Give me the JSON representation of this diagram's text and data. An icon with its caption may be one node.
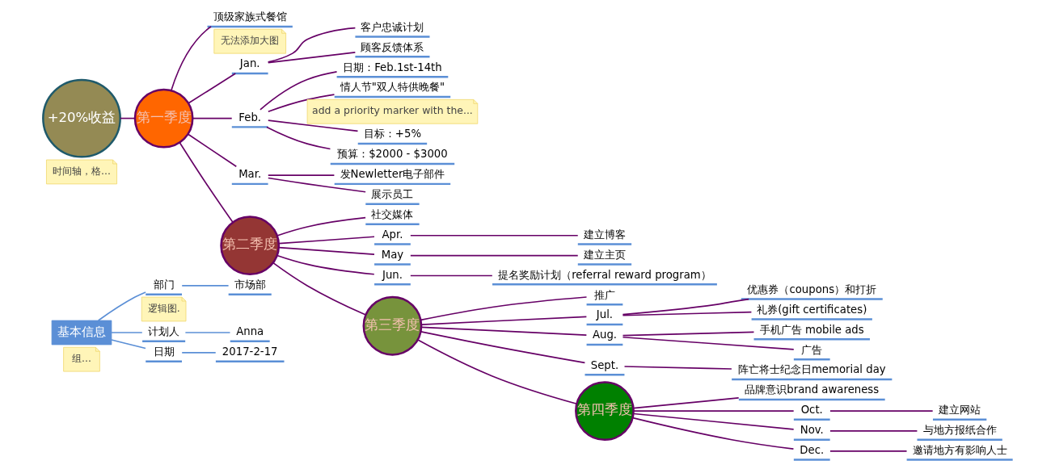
{
  "diagram": {
    "nodes": [
      {
        "text": [
          "基本信息"
        ],
        "beside": [
          "组..."
        ]
      },
      {
        "text": [
          "部门"
        ],
        "beside": [
          "逻辑图."
        ]
      },
      {
        "text": [
          "市场部"
        ]
      },
      {
        "text": [
          "计划人"
        ]
      },
      {
        "text": [
          "Anna"
        ]
      },
      {
        "text": [
          "日期"
        ]
      },
      {
        "text": [
          "2017-2-17"
        ]
      },
      {
        "text": [
          "+20%收益"
        ],
        "beside": [
          "时间轴，格..."
        ]
      },
      {
        "text": [
          "第一季度"
        ]
      },
      {
        "text": [
          "顶级家族式餐馆"
        ],
        "beside": [
          "无法添加大图"
        ]
      },
      {
        "text": [
          "Jan."
        ]
      },
      {
        "text": [
          "客户忠诚计划"
        ]
      },
      {
        "text": [
          "顾客反馈体系"
        ]
      },
      {
        "text": [
          "Feb."
        ]
      },
      {
        "text": [
          "日期：Feb.1st-14th"
        ]
      },
      {
        "text": [
          "情人节\"双人特供晚餐\""
        ],
        "beside": [
          "add a priority marker with the..."
        ]
      },
      {
        "text": [
          "目标：+5%"
        ]
      },
      {
        "text": [
          "预算：$2000 - $3000"
        ]
      },
      {
        "text": [
          "Mar."
        ]
      },
      {
        "text": [
          "发Newletter电子部件"
        ]
      },
      {
        "text": [
          "展示员工"
        ]
      },
      {
        "text": [
          "第二季度"
        ]
      },
      {
        "text": [
          "社交媒体"
        ]
      },
      {
        "text": [
          "Apr."
        ]
      },
      {
        "text": [
          "建立博客"
        ]
      },
      {
        "text": [
          "May"
        ]
      },
      {
        "text": [
          "建立主页"
        ]
      },
      {
        "text": [
          "Jun."
        ]
      },
      {
        "text": [
          "提名奖励计划（referral reward program）"
        ]
      },
      {
        "text": [
          "第三季度"
        ]
      },
      {
        "text": [
          "推广"
        ]
      },
      {
        "text": [
          "Jul."
        ]
      },
      {
        "text": [
          "优惠券（coupons）和打折"
        ]
      },
      {
        "text": [
          "礼券(gift certificates)"
        ]
      },
      {
        "text": [
          "Aug."
        ]
      },
      {
        "text": [
          "手机广告 mobile ads"
        ]
      },
      {
        "text": [
          "广告"
        ]
      },
      {
        "text": [
          "Sept."
        ]
      },
      {
        "text": [
          "阵亡将士纪念日memorial day"
        ]
      },
      {
        "text": [
          "第四季度"
        ]
      },
      {
        "text": [
          "品牌意识brand awareness"
        ]
      },
      {
        "text": [
          "Oct."
        ]
      },
      {
        "text": [
          "建立网站"
        ]
      },
      {
        "text": [
          "Nov."
        ]
      },
      {
        "text": [
          "与地方报纸合作"
        ]
      },
      {
        "text": [
          "Dec."
        ]
      },
      {
        "text": [
          "邀请地方有影响人士"
        ]
      }
    ],
    "edges": [
      {
        "from": 0,
        "to": 1,
        "arrow": "none",
        "color": "#5b8fd6"
      },
      {
        "from": 0,
        "to": 3,
        "arrow": "none",
        "color": "#5b8fd6"
      },
      {
        "from": 0,
        "to": 5,
        "arrow": "none",
        "color": "#5b8fd6"
      },
      {
        "from": 1,
        "to": 2,
        "arrow": "none",
        "color": "#5b8fd6"
      },
      {
        "from": 3,
        "to": 4,
        "arrow": "none",
        "color": "#5b8fd6"
      },
      {
        "from": 5,
        "to": 6,
        "arrow": "none",
        "color": "#5b8fd6"
      },
      {
        "from": 7,
        "to": 8,
        "arrow": "none"
      },
      {
        "from": 8,
        "to": 21,
        "arrow": "none"
      },
      {
        "from": 21,
        "to": 29,
        "arrow": "none"
      },
      {
        "from": 29,
        "to": 39,
        "arrow": "none"
      },
      {
        "from": 8,
        "to": 9,
        "arrow": "none"
      },
      {
        "from": 8,
        "to": 10,
        "arrow": "none"
      },
      {
        "from": 8,
        "to": 13,
        "arrow": "none"
      },
      {
        "from": 8,
        "to": 18,
        "arrow": "none"
      },
      {
        "from": 10,
        "to": 11,
        "arrow": "none"
      },
      {
        "from": 10,
        "to": 12,
        "arrow": "none"
      },
      {
        "from": 13,
        "to": 14,
        "arrow": "none"
      },
      {
        "from": 13,
        "to": 15,
        "arrow": "none"
      },
      {
        "from": 13,
        "to": 16,
        "arrow": "none"
      },
      {
        "from": 13,
        "to": 17,
        "arrow": "none"
      },
      {
        "from": 18,
        "to": 19,
        "arrow": "none"
      },
      {
        "from": 18,
        "to": 20,
        "arrow": "none"
      },
      {
        "from": 21,
        "to": 22,
        "arrow": "none"
      },
      {
        "from": 21,
        "to": 23,
        "arrow": "none"
      },
      {
        "from": 21,
        "to": 25,
        "arrow": "none"
      },
      {
        "from": 21,
        "to": 27,
        "arrow": "none"
      },
      {
        "from": 23,
        "to": 24,
        "arrow": "none"
      },
      {
        "from": 25,
        "to": 26,
        "arrow": "none"
      },
      {
        "from": 27,
        "to": 28,
        "arrow": "none"
      },
      {
        "from": 29,
        "to": 30,
        "arrow": "none"
      },
      {
        "from": 29,
        "to": 31,
        "arrow": "none"
      },
      {
        "from": 29,
        "to": 34,
        "arrow": "none"
      },
      {
        "from": 29,
        "to": 37,
        "arrow": "none"
      },
      {
        "from": 31,
        "to": 32,
        "arrow": "none"
      },
      {
        "from": 31,
        "to": 33,
        "arrow": "none"
      },
      {
        "from": 34,
        "to": 35,
        "arrow": "none"
      },
      {
        "from": 34,
        "to": 36,
        "arrow": "none"
      },
      {
        "from": 37,
        "to": 38,
        "arrow": "none"
      },
      {
        "from": 39,
        "to": 40,
        "arrow": "none"
      },
      {
        "from": 39,
        "to": 41,
        "arrow": "none"
      },
      {
        "from": 39,
        "to": 43,
        "arrow": "none"
      },
      {
        "from": 39,
        "to": 45,
        "arrow": "none"
      },
      {
        "from": 41,
        "to": 42,
        "arrow": "none"
      },
      {
        "from": 43,
        "to": 44,
        "arrow": "none"
      },
      {
        "from": 45,
        "to": 46,
        "arrow": "none"
      }
    ]
  }
}
